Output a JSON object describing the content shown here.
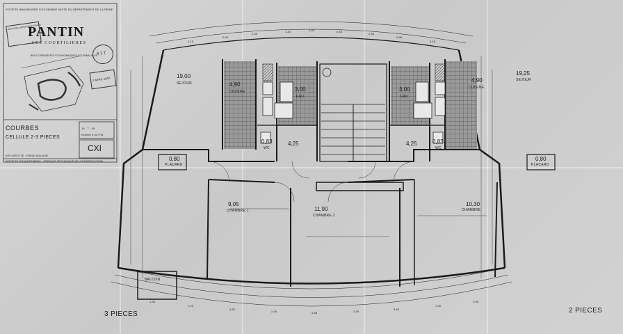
{
  "title_block": {
    "society": "SOCIETE IMMOBILIERE D'ECONOMIE MIXTE DU DEPARTEMENT DE LA SEINE",
    "city": "PANTIN",
    "district": "LES COURTILIERES",
    "program": "800 LOGEMENTS ECONOMIQUES ET FAMILIAUX",
    "building": "COURBES",
    "unit": "CELLULE 2-3 PIECES",
    "sheet_code": "CXI",
    "scale_box": "Echelle 0,02 P.M.",
    "date_box": "16 - 7 - 56",
    "footer_note": "ARCHITECTE : EMILE AILLAUD",
    "footer_note2": "SOCIETE D'EQUIPEMENT - SERVICE TECHNIQUE DE CONSTRUCTION"
  },
  "stamps": {
    "archive": "ARCHIVES DEPARTEMENTALES",
    "archive_num": "4 1 7",
    "received": "2 AVRIL 1957"
  },
  "rooms": [
    {
      "area": "19,00",
      "name": "SEJOUR"
    },
    {
      "area": "4,90",
      "name": "CUISINE"
    },
    {
      "area": "3,00",
      "name": "EAU"
    },
    {
      "area": "0,83",
      "name": "WC"
    },
    {
      "area": "4,25",
      "name": ""
    },
    {
      "area": "0,80",
      "name": "PLACARD"
    },
    {
      "area": "9,05",
      "name": "CHAMBRE 1"
    },
    {
      "area": "11,90",
      "name": "CHAMBRE 2"
    },
    {
      "area": "3,00",
      "name": "EAU"
    },
    {
      "area": "4,90",
      "name": "CUISINE"
    },
    {
      "area": "19,25",
      "name": "SEJOUR"
    },
    {
      "area": "4,25",
      "name": ""
    },
    {
      "area": "0,83",
      "name": "WC"
    },
    {
      "area": "0,80",
      "name": "PLACARD"
    },
    {
      "area": "10,30",
      "name": "CHAMBRE"
    }
  ],
  "balcony": "BALCON",
  "unit_left": "3 PIECES",
  "unit_right": "2 PIECES",
  "dims_top": [
    "3,15",
    "0,98",
    "2,55",
    "3,40",
    "0,80",
    "3,40",
    "2,55",
    "0,98",
    "3,15"
  ],
  "dims_bottom": [
    "1,95",
    "1,20",
    "3,60",
    "2,40",
    "4,85",
    "2,40",
    "3,60",
    "1,20",
    "1,95"
  ],
  "colors": {
    "paper": "#d0d0d0",
    "ink": "#1a1a1a",
    "tile": "#7d7d7d"
  }
}
